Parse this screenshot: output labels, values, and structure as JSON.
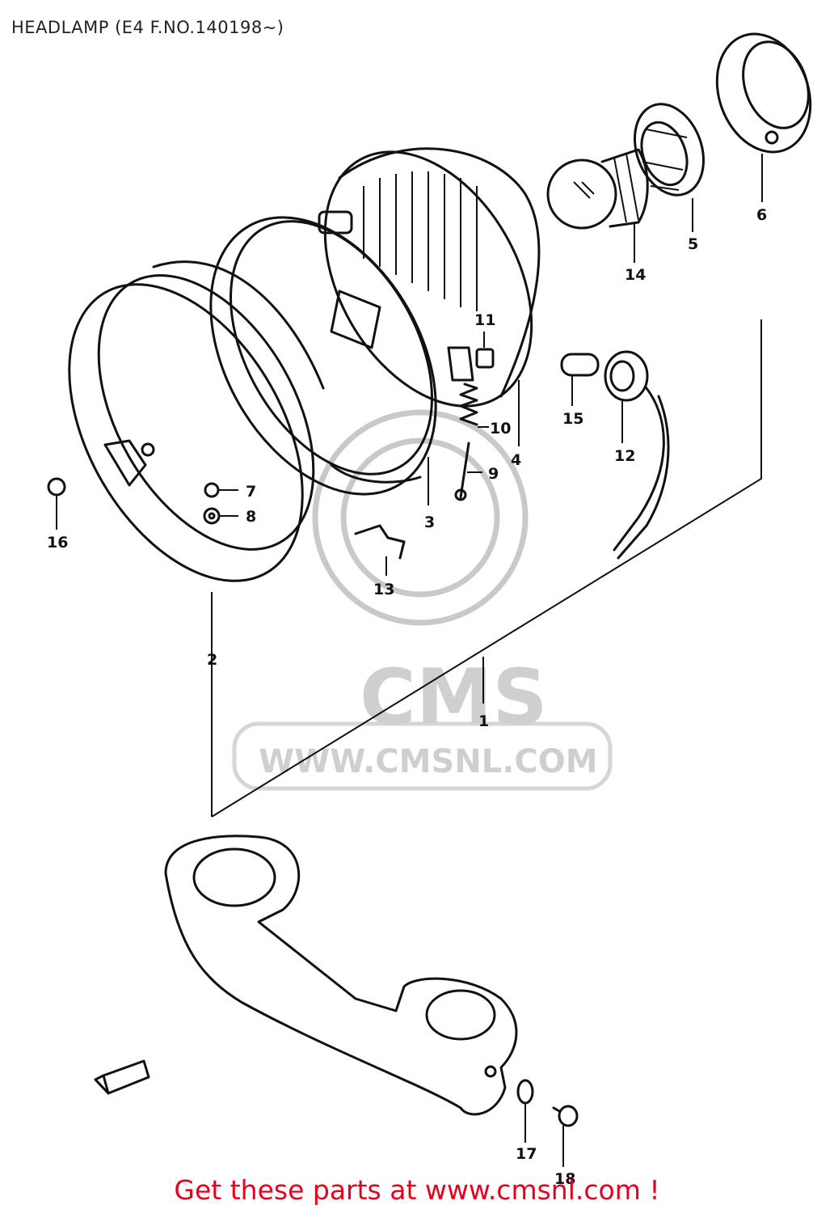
{
  "title": "HEADLAMP (E4 F.NO.140198~)",
  "watermark": {
    "logo": "CMS",
    "url": "WWW.CMSNL.COM"
  },
  "promo": "Get these parts at www.cmsnl.com !",
  "callouts": {
    "p1": "1",
    "p2": "2",
    "p3": "3",
    "p4": "4",
    "p5": "5",
    "p6": "6",
    "p7": "7",
    "p8": "8",
    "p9": "9",
    "p10": "10",
    "p11": "11",
    "p12": "12",
    "p13": "13",
    "p14": "14",
    "p15": "15",
    "p16": "16",
    "p17": "17",
    "p18": "18"
  },
  "colors": {
    "line": "#111111",
    "promo": "#e8001c",
    "watermark": "#cfcfcf"
  }
}
